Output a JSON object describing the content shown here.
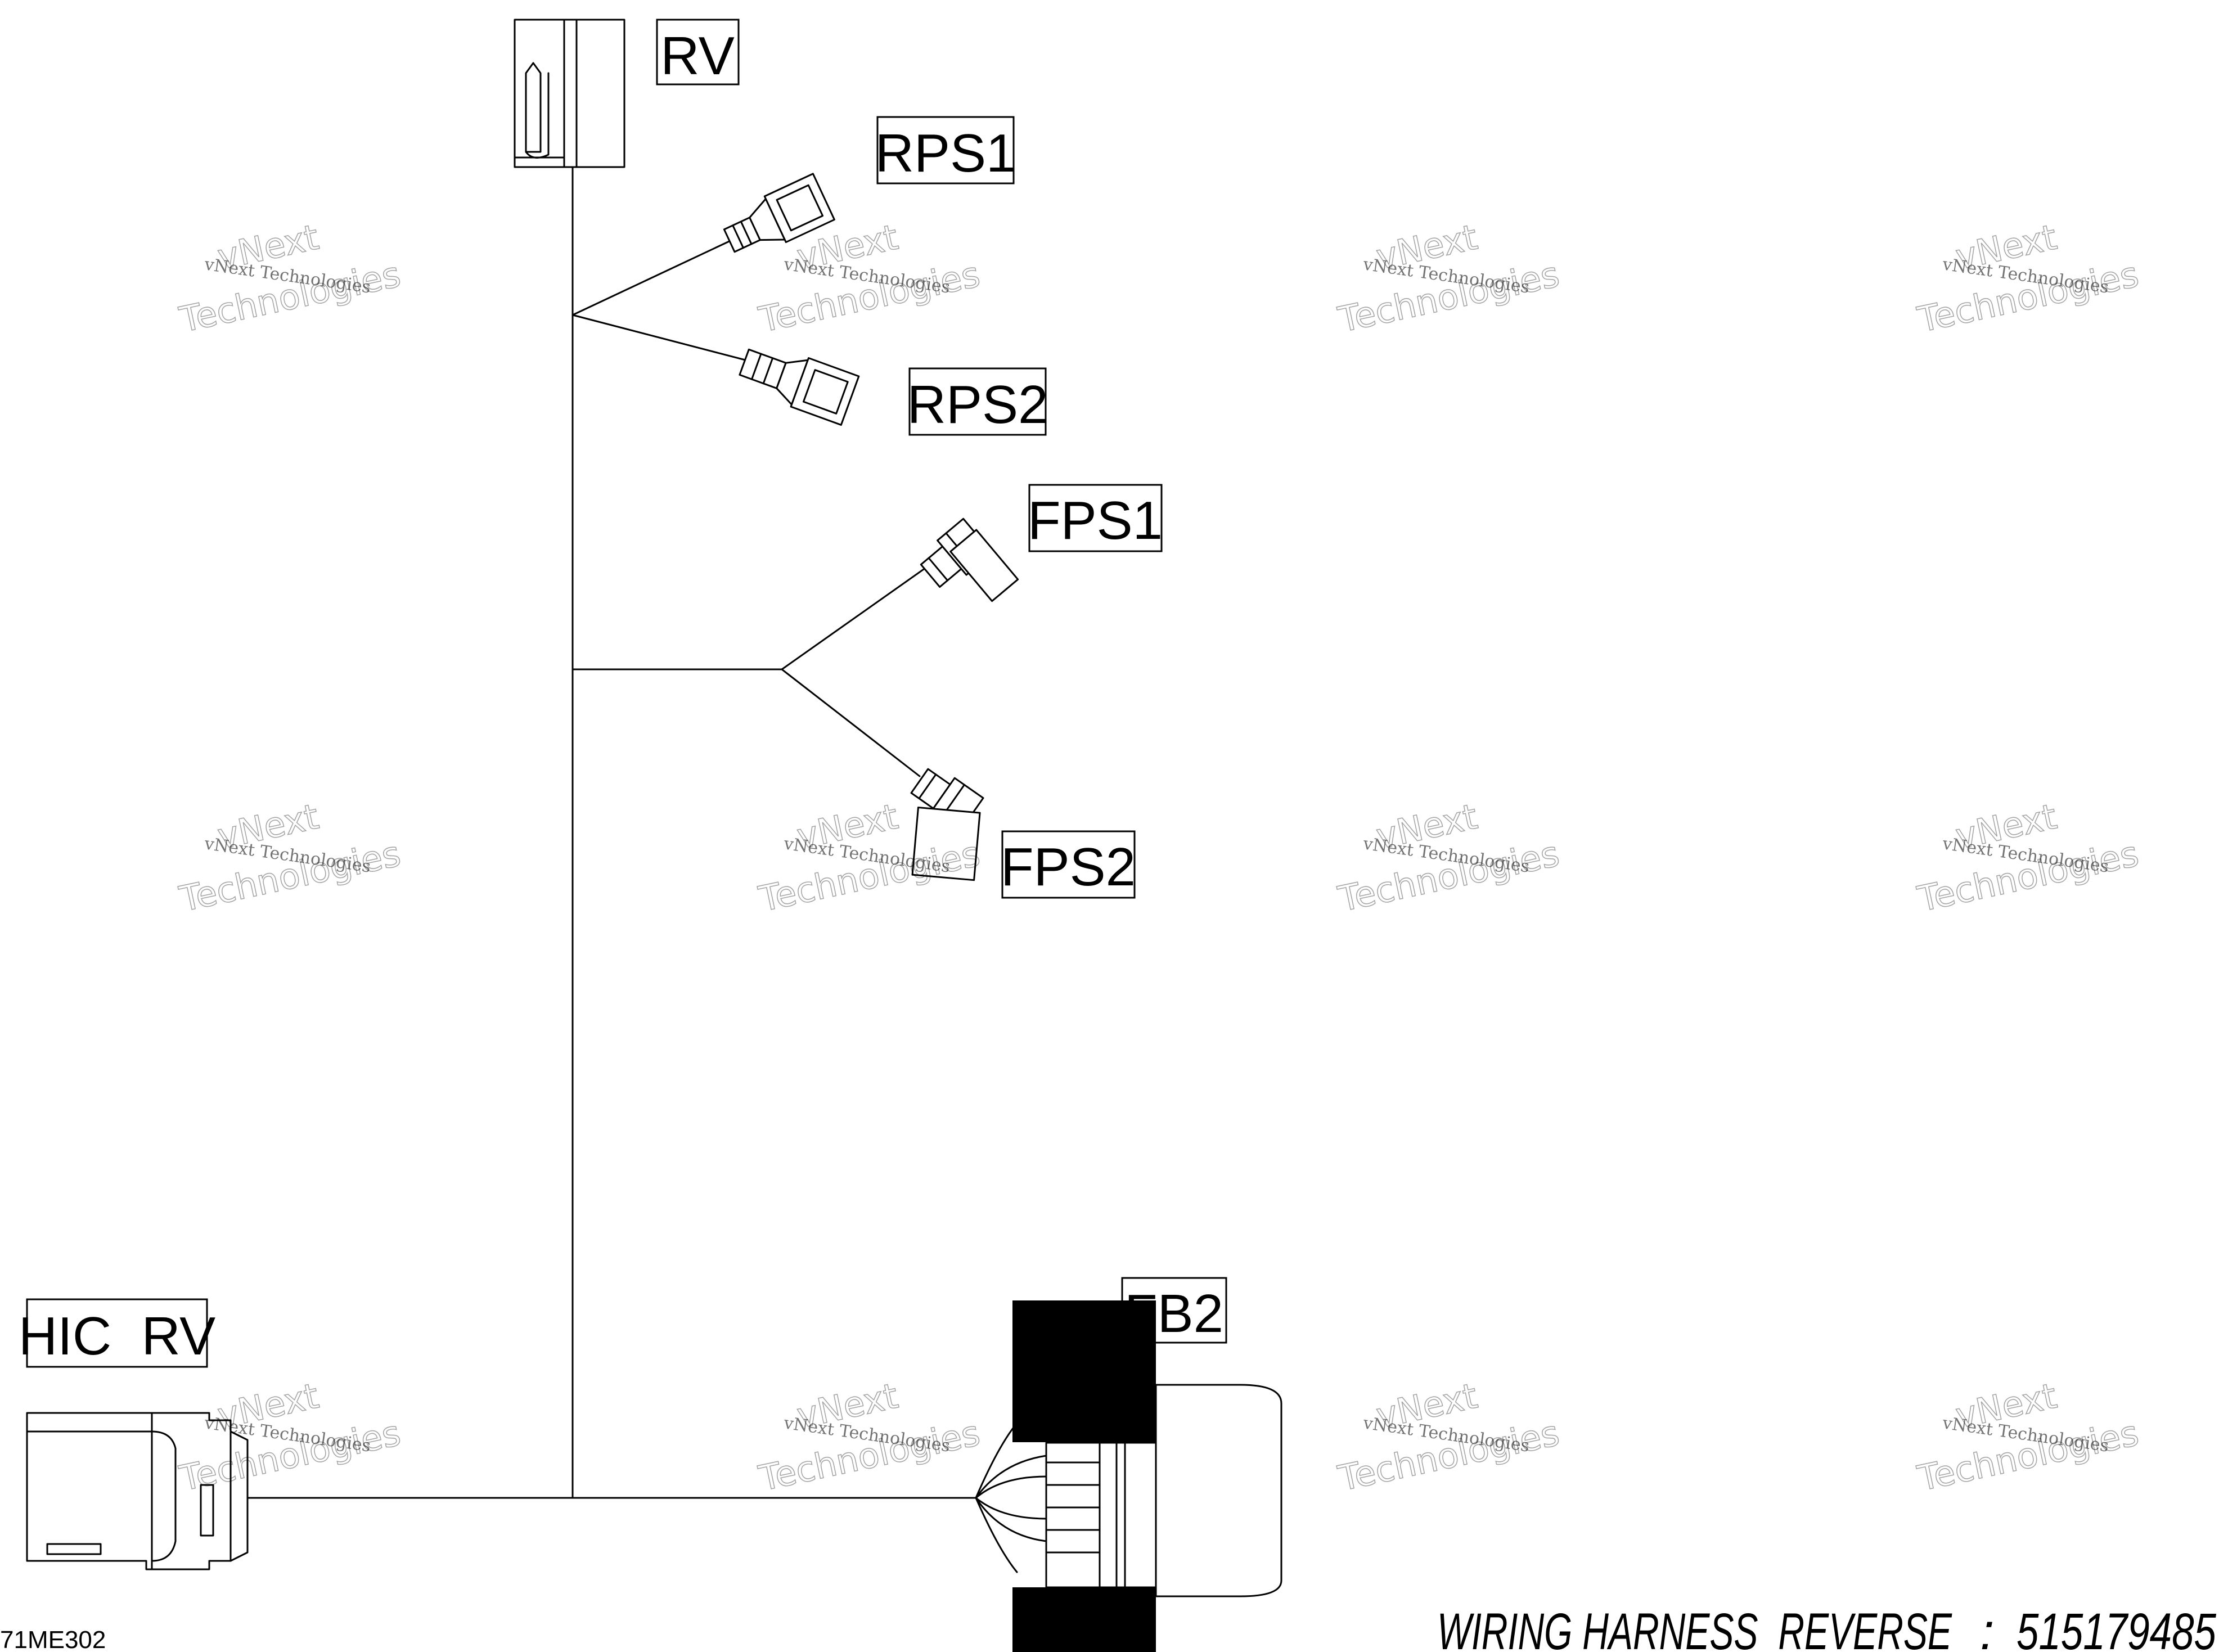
{
  "labels": {
    "rv": "RV",
    "rps1": "RPS1",
    "rps2": "RPS2",
    "fps1": "FPS1",
    "fps2": "FPS2",
    "fb2": "FB2",
    "hic_rv": "HIC  RV"
  },
  "footer": {
    "title": "WIRING HARNESS  REVERSE",
    "separator": ":",
    "part_number": "515179485"
  },
  "drawing_code": "71ME302",
  "watermark": {
    "line1": "vNext Technologies",
    "big1": "vNext",
    "big2": "Technologies"
  }
}
